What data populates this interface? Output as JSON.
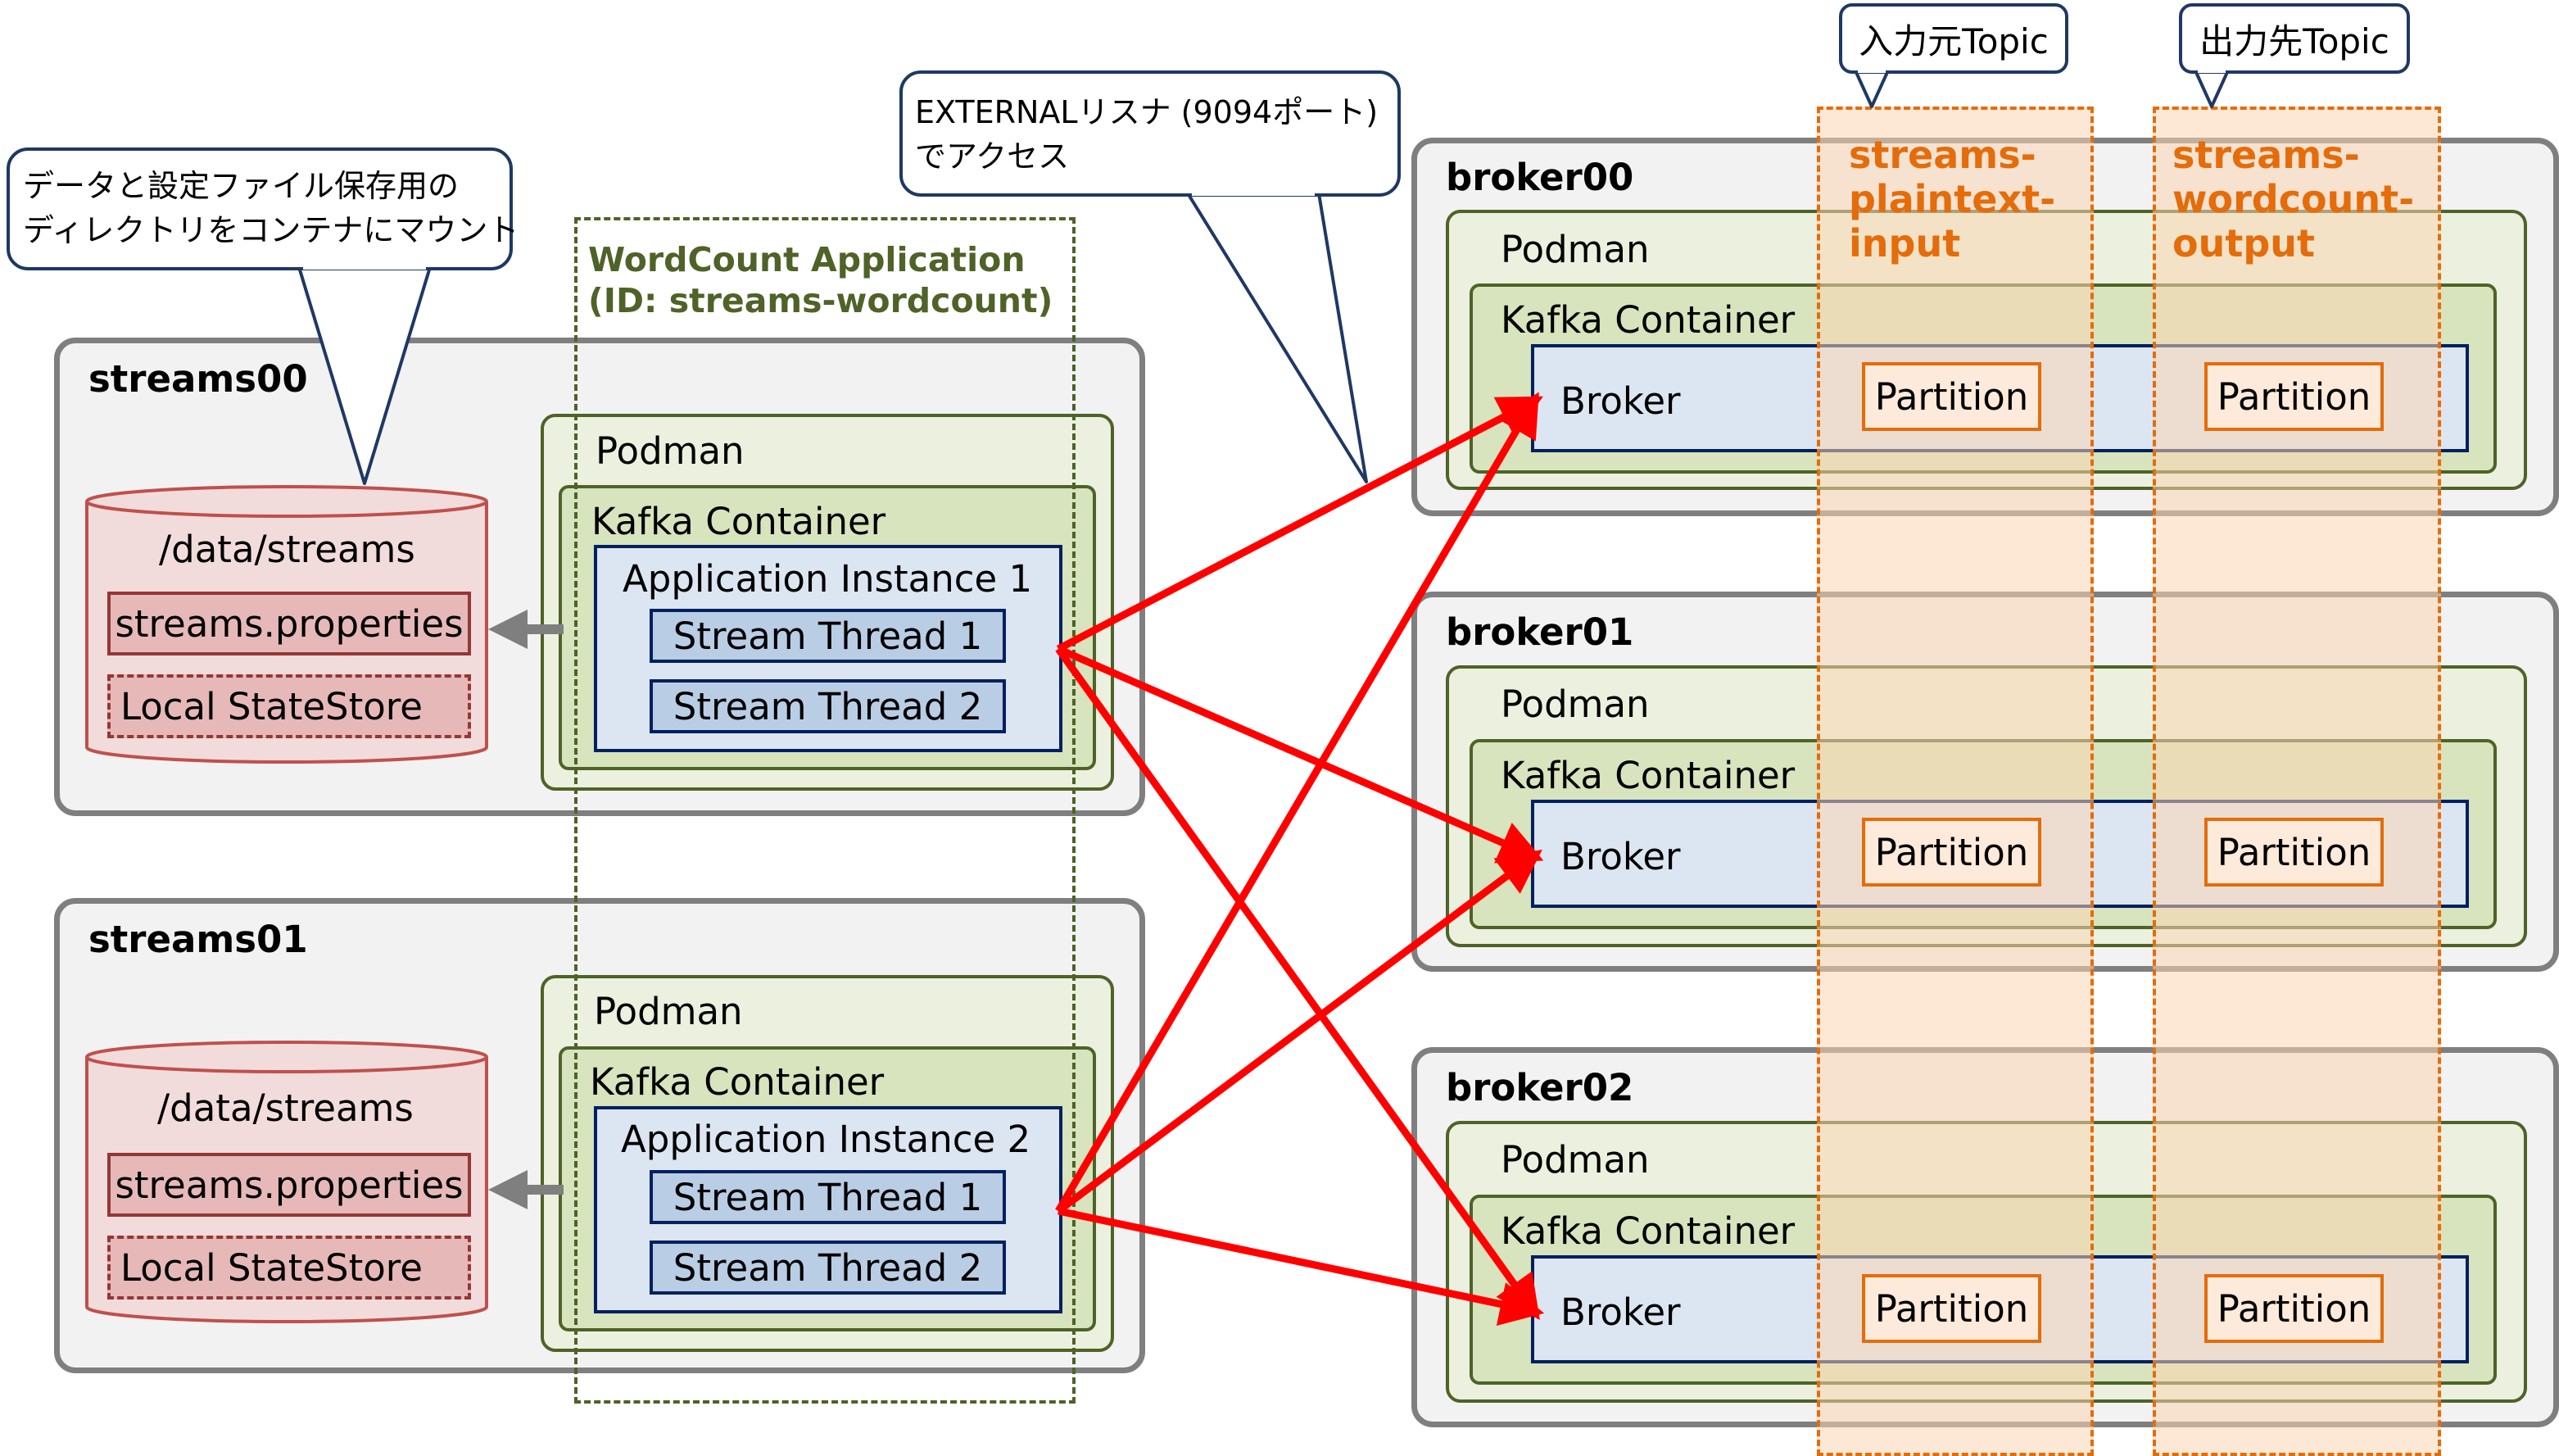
{
  "streams_hosts": [
    {
      "name": "streams00",
      "podman": "Podman",
      "kafka": "Kafka Container",
      "instance": "Application Instance 1",
      "threads": [
        "Stream Thread 1",
        "Stream Thread 2"
      ],
      "dir": "/data/streams",
      "props": "streams.properties",
      "store": "Local StateStore"
    },
    {
      "name": "streams01",
      "podman": "Podman",
      "kafka": "Kafka Container",
      "instance": "Application Instance 2",
      "threads": [
        "Stream Thread 1",
        "Stream Thread 2"
      ],
      "dir": "/data/streams",
      "props": "streams.properties",
      "store": "Local StateStore"
    }
  ],
  "brokers": [
    {
      "name": "broker00",
      "podman": "Podman",
      "kafka": "Kafka Container",
      "broker": "Broker",
      "partitions": [
        "Partition",
        "Partition"
      ]
    },
    {
      "name": "broker01",
      "podman": "Podman",
      "kafka": "Kafka Container",
      "broker": "Broker",
      "partitions": [
        "Partition",
        "Partition"
      ]
    },
    {
      "name": "broker02",
      "podman": "Podman",
      "kafka": "Kafka Container",
      "broker": "Broker",
      "partitions": [
        "Partition",
        "Partition"
      ]
    }
  ],
  "app_group": {
    "line1": "WordCount Application",
    "line2": "(ID: streams-wordcount)"
  },
  "topics": {
    "input": {
      "callout": "入力元Topic",
      "title_lines": [
        "streams-",
        "plaintext-",
        "input"
      ]
    },
    "output": {
      "callout": "出力先Topic",
      "title_lines": [
        "streams-",
        "wordcount-",
        "output"
      ]
    }
  },
  "callouts": {
    "mount": [
      "データと設定ファイル保存用の",
      "ディレクトリをコンテナにマウント"
    ],
    "external": [
      "EXTERNALリスナ (9094ポート)",
      "でアクセス"
    ]
  },
  "colors": {
    "arrow": "#ff0000",
    "topic": "#e46c0a",
    "app": "#4f6228",
    "navy": "#002060",
    "callout_border": "#1f3864"
  }
}
